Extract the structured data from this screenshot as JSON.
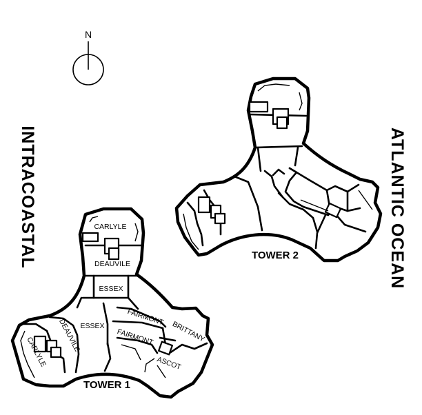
{
  "compass": {
    "letter": "N"
  },
  "side_labels": {
    "west": "INTRACOASTAL",
    "east": "ATLANTIC OCEAN"
  },
  "tower1": {
    "name": "TOWER 1",
    "units": {
      "carlyle_top": "CARLYLE",
      "deauvile_top": "DEAUVILE",
      "essex_top": "ESSEX",
      "essex_mid": "ESSEX",
      "deauvile_left": "DEAUVILE",
      "carlyle_left": "CARLYLE",
      "fairmont_1": "FAIRMONT",
      "fairmont_2": "FAIRMONT",
      "brittany": "BRITTANY",
      "ascot": "ASCOT"
    }
  },
  "tower2": {
    "name": "TOWER 2"
  }
}
